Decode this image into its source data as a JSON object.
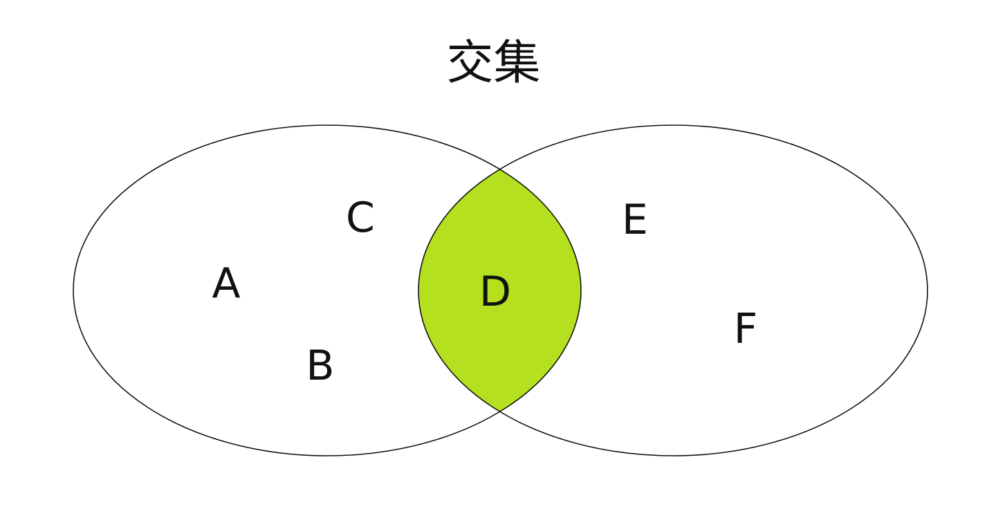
{
  "diagram": {
    "title": "交集",
    "intersection_color": "#b5e01f",
    "outline_color": "#111111",
    "sets": [
      {
        "elements": [
          "A",
          "B",
          "C"
        ]
      },
      {
        "elements": [
          "E",
          "F"
        ]
      }
    ],
    "intersection": {
      "elements": [
        "D"
      ]
    }
  }
}
